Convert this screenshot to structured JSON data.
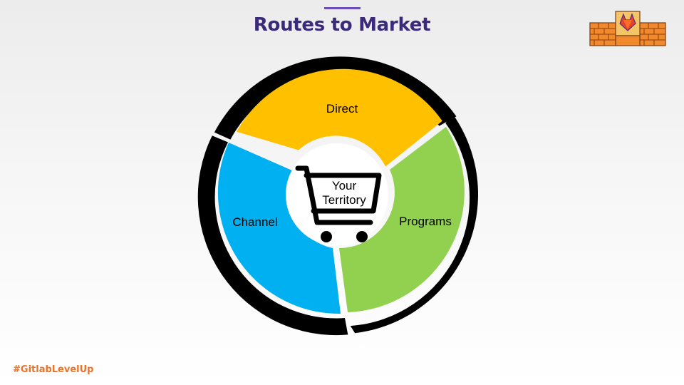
{
  "header": {
    "title": "Routes to Market",
    "accent_color": "#6b4fbb",
    "title_color": "#3b2a7a"
  },
  "logo": {
    "icon": "gitlab-tanuki-brick-wall-icon"
  },
  "diagram": {
    "center_label_line1": "Your",
    "center_label_line2": "Territory",
    "center_icon": "shopping-cart-icon",
    "segments": [
      {
        "label": "Direct",
        "color": "#ffc000"
      },
      {
        "label": "Programs",
        "color": "#92d050"
      },
      {
        "label": "Channel",
        "color": "#00b0f0"
      }
    ],
    "ring_color": "#000000"
  },
  "footer": {
    "hashtag": "#GitlabLevelUp",
    "color": "#e8742b"
  }
}
